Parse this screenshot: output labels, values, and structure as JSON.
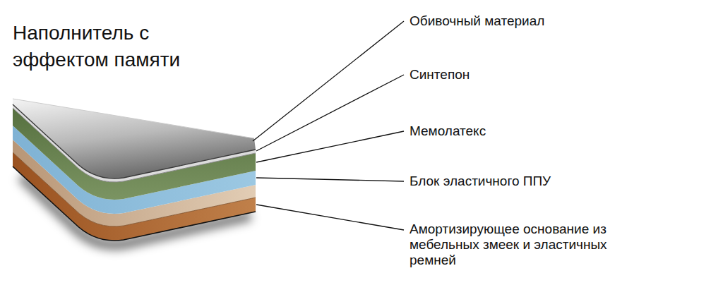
{
  "diagram": {
    "title": "Наполнитель с эффектом памяти",
    "labels": [
      "Обивочный материал",
      "Синтепон",
      "Мемолатекс",
      "Блок эластичного ППУ",
      "Амортизирующее основание из мебельных змеек и эластичных ремней"
    ]
  }
}
